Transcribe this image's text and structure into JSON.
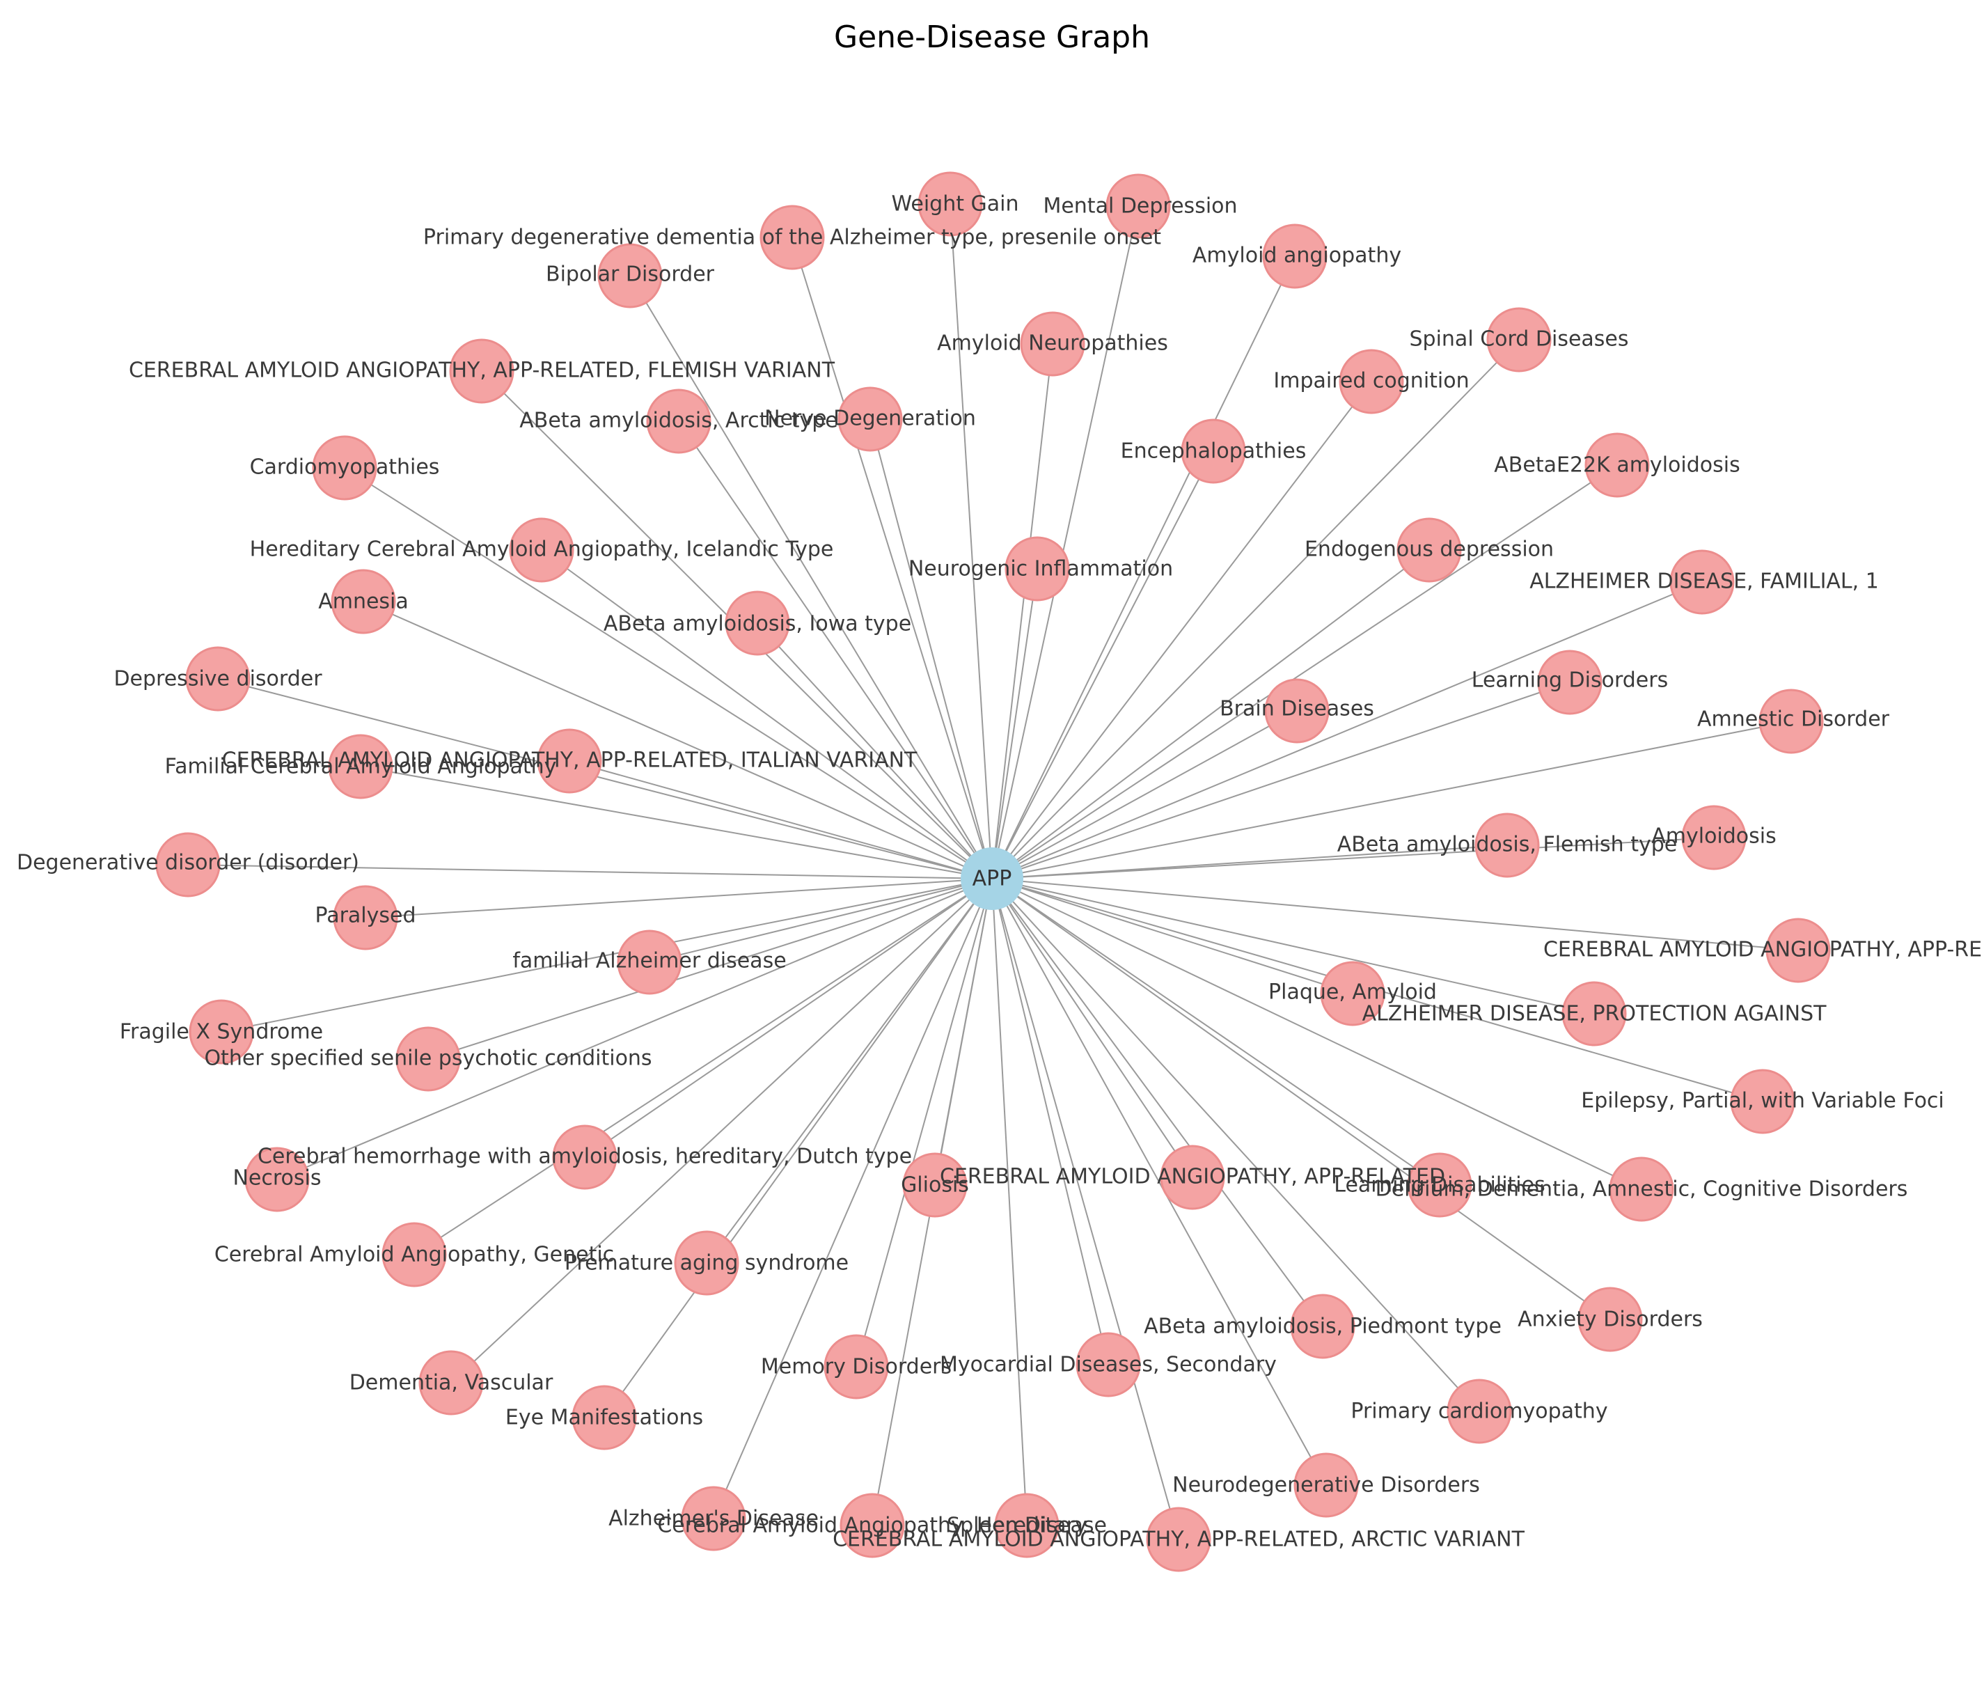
{
  "title": "Gene-Disease Graph",
  "colors": {
    "gene_node": "#a5d4e6",
    "disease_node": "#f4a3a3",
    "disease_node_stroke": "#ec8d8d",
    "edge": "#9a9a9a",
    "label": "#3a3a3a"
  },
  "center": {
    "label": "APP",
    "type": "gene"
  },
  "diseases": [
    "Weight Gain",
    "Mental Depression",
    "Primary degenerative dementia of the Alzheimer type, presenile onset",
    "Amyloid angiopathy",
    "Bipolar Disorder",
    "Amyloid Neuropathies",
    "Spinal Cord Diseases",
    "CEREBRAL AMYLOID ANGIOPATHY, APP-RELATED, FLEMISH VARIANT",
    "Impaired cognition",
    "ABeta amyloidosis, Arctic type",
    "Nerve Degeneration",
    "Encephalopathies",
    "Cardiomyopathies",
    "ABetaE22K amyloidosis",
    "Hereditary Cerebral Amyloid Angiopathy, Icelandic Type",
    "Endogenous depression",
    "Neurogenic Inflammation",
    "ALZHEIMER DISEASE, FAMILIAL, 1",
    "Amnesia",
    "ABeta amyloidosis, Iowa type",
    "Depressive disorder",
    "Learning Disorders",
    "Brain Diseases",
    "Amnestic Disorder",
    "CEREBRAL AMYLOID ANGIOPATHY, APP-RELATED, ITALIAN VARIANT",
    "Familial Cerebral Amyloid Angiopathy",
    "Amyloidosis",
    "ABeta amyloidosis, Flemish type",
    "Degenerative disorder (disorder)",
    "Paralysed",
    "CEREBRAL AMYLOID ANGIOPATHY, APP-RELATED",
    "familial Alzheimer disease",
    "Plaque, Amyloid",
    "ALZHEIMER DISEASE, PROTECTION AGAINST",
    "Fragile X Syndrome",
    "Other specified senile psychotic conditions",
    "Epilepsy, Partial, with Variable Foci",
    "Cerebral hemorrhage with amyloidosis, hereditary, Dutch type",
    "Necrosis",
    "Gliosis",
    "CEREBRAL AMYLOID ANGIOPATHY, APP-RELATED",
    "Learning Disabilities",
    "Delirium, Dementia, Amnestic, Cognitive Disorders",
    "Cerebral Amyloid Angiopathy, Genetic",
    "Premature aging syndrome",
    "Anxiety Disorders",
    "ABeta amyloidosis, Piedmont type",
    "Memory Disorders",
    "Myocardial Diseases, Secondary",
    "Dementia, Vascular",
    "Eye Manifestations",
    "Primary cardiomyopathy",
    "Neurodegenerative Disorders",
    "Alzheimer's Disease",
    "Cerebral Amyloid Angiopathy, Hereditary",
    "Spleen Disease",
    "CEREBRAL AMYLOID ANGIOPATHY, APP-RELATED, ARCTIC VARIANT"
  ]
}
